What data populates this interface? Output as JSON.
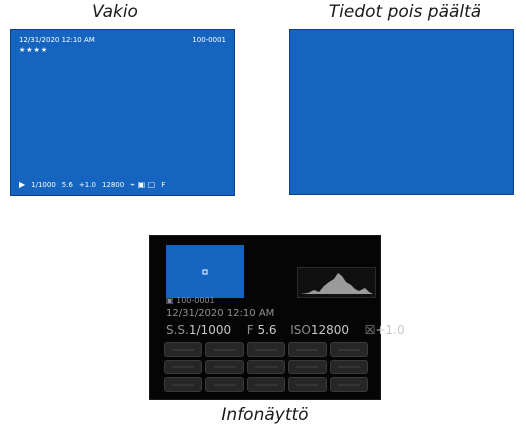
{
  "captions": {
    "standard": "Vakio",
    "info_off": "Tiedot pois päältä",
    "info_display": "Infonäyttö"
  },
  "standard_screen": {
    "datetime": "12/31/2020 12:10 AM",
    "rating": "★★★★",
    "frame_number": "100-0001",
    "bottom_items": [
      "1/1000",
      "5.6",
      "+1.0",
      "12800",
      "F"
    ]
  },
  "info_display": {
    "frame_number": "100-0001",
    "datetime": "12/31/2020 12:10 AM",
    "shutter_label": "S.S.",
    "shutter_value": "1/1000",
    "aperture_label": "F",
    "aperture_value": "5.6",
    "iso_label": "ISO",
    "iso_value": "12800",
    "exposure_comp": "+1.0",
    "histogram_icon": "histogram-icon",
    "grid_cells": 15
  },
  "colors": {
    "screen_blue": "#1565c0",
    "arrow_gray": "#6f6f6f",
    "panel_black": "#050505"
  }
}
